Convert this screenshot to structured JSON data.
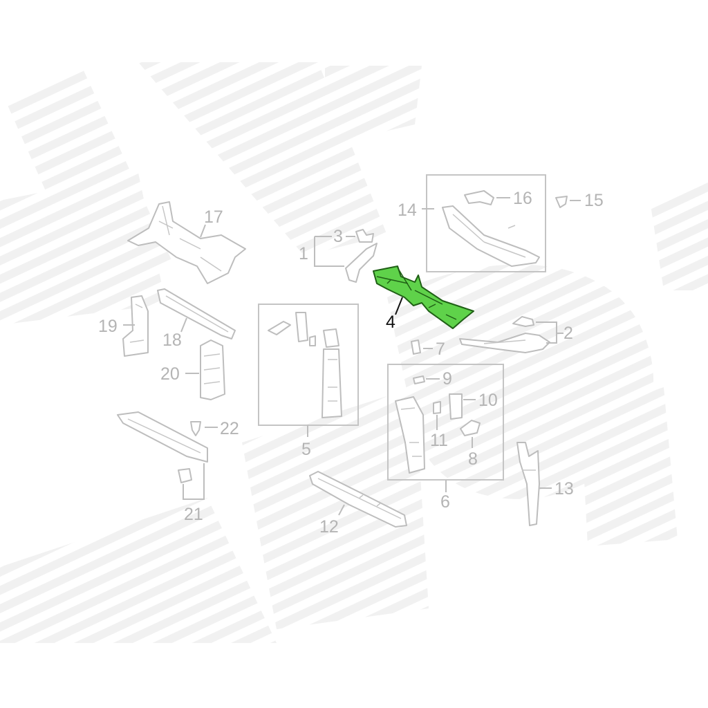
{
  "diagram": {
    "highlight_color": "#5fd24a",
    "highlighted_part": "4",
    "callouts": [
      "1",
      "2",
      "3",
      "4",
      "5",
      "6",
      "7",
      "8",
      "9",
      "10",
      "11",
      "12",
      "13",
      "14",
      "15",
      "16",
      "17",
      "18",
      "19",
      "20",
      "21",
      "22"
    ]
  }
}
